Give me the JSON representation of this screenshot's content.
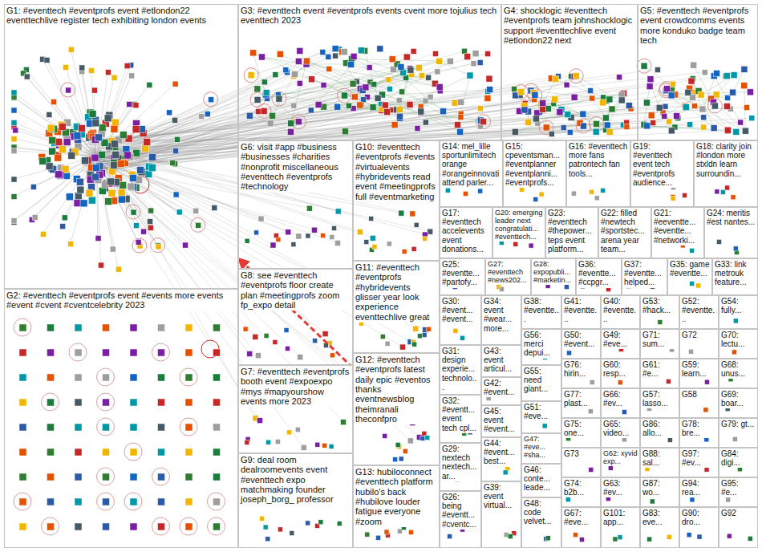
{
  "diagram": {
    "nodes": [
      {
        "text": [
          "G1: #eventtech #eventprofs event #etlondon22 eventtechlive register tech exhibiting london events"
        ]
      },
      {
        "text": [
          "G2: #eventtech #eventprofs event #events more events #event #cvent #cventcelebrity 2023"
        ]
      },
      {
        "text": [
          "G3: #eventtech event #eventprofs events cvent more tojulius tech eventtech 2023"
        ]
      },
      {
        "text": [
          "G4: shocklogic #eventtech #eventprofs team johnshocklogic support #eventtechlive event #etlondon22 next"
        ]
      },
      {
        "text": [
          "G5: #eventtech #eventprofs event crowdcomms events more konduko badge team tech"
        ]
      },
      {
        "text": [
          "G6: visit #app #business #businesses #charities #nonprofit miscellaneous #eventtech #eventprofs #technology"
        ]
      },
      {
        "text": [
          "G8: see #eventtech #eventprofs floor create plan #meetingprofs zoom fp_expo detail"
        ]
      },
      {
        "text": [
          "G7: #eventtech #eventprofs booth event #expoexpo #mys #mapyourshow events more 2023"
        ]
      },
      {
        "text": [
          "G9: deal room dealroomevents event #eventtech expo matchmaking founder joseph_borg_ professor"
        ]
      },
      {
        "text": [
          "G10: #eventtech #eventprofs #events #virtualevents #hybridevents read event #meetingprofs full #eventmarketing"
        ]
      },
      {
        "text": [
          "G11: #eventtech #eventprofs #hybridevents glisser year look experience eventtechlive great"
        ]
      },
      {
        "text": [
          "G12: #eventtech #eventprofs latest daily epic #eventos thanks eventnewsblog theimranali theconfpro"
        ]
      },
      {
        "text": [
          "G13: hubiloconnect #eventtech platform hubilo's back #hubilove louder fatigue everyone #zoom"
        ]
      },
      {
        "text": [
          "G14: mel_lille sportunlimitech orange #orangeinnovati attend parler..."
        ]
      },
      {
        "text": [
          "G15: cpeventsman... #eventplanner #eventplanni... #eventprofs..."
        ]
      },
      {
        "text": [
          "G16: #eventtech more fans patrontech fan tools..."
        ]
      },
      {
        "text": [
          "G19: #eventtech event tech #eventprofs audience..."
        ]
      },
      {
        "text": [
          "G18: clarity join #london more stxldn learn surroundin..."
        ]
      },
      {
        "text": [
          "G17: #eventtech accelevents event donations..."
        ]
      },
      {
        "text": [
          "G20: emerging leader next congratulati... #eventtech..."
        ]
      },
      {
        "text": [
          "G23: #eventtech #thepower... teps event platform..."
        ]
      },
      {
        "text": [
          "G22: filled #newtech #sportstec... arena year team..."
        ]
      },
      {
        "text": [
          "G21: #eeventte... #eventte... #networki..."
        ]
      },
      {
        "text": [
          "G24: meritis #est nantes..."
        ]
      },
      {
        "text": [
          "G25: #eventte... #partofy..."
        ]
      },
      {
        "text": [
          "G27: #eventtech #news202..."
        ]
      },
      {
        "text": [
          "G28: expopubli... #marketin..."
        ]
      },
      {
        "text": [
          "G36: #eventte... #ccpgr..."
        ]
      },
      {
        "text": [
          "G37: #eventte... helped..."
        ]
      },
      {
        "text": [
          "G35: game #eventte..."
        ]
      },
      {
        "text": [
          "G33: link metrouk feature..."
        ]
      },
      {
        "text": [
          "G30: #event... #event..."
        ]
      },
      {
        "text": [
          "G31: design experie... technolo..."
        ]
      },
      {
        "text": [
          "G32: #eventt... event tech cpl..."
        ]
      },
      {
        "text": [
          "G29: nextech nextech... ar..."
        ]
      },
      {
        "text": [
          "G26: being #eventt... #cventc..."
        ]
      },
      {
        "text": [
          "G34: event #wear... more..."
        ]
      },
      {
        "text": [
          "G43: event articul..."
        ]
      },
      {
        "text": [
          "G42: #event..."
        ]
      },
      {
        "text": [
          "G45: event #event..."
        ]
      },
      {
        "text": [
          "G44: #event... best..."
        ]
      },
      {
        "text": [
          "G39: event virtual..."
        ]
      },
      {
        "text": [
          "G38: #eventte..."
        ]
      },
      {
        "text": [
          "G56: merci depui..."
        ]
      },
      {
        "text": [
          "G55: need giant..."
        ]
      },
      {
        "text": [
          "G51: #eve..."
        ]
      },
      {
        "text": [
          "G47: #eve... #sha..."
        ]
      },
      {
        "text": [
          "G46: conte... leade..."
        ]
      },
      {
        "text": [
          "G48: code velvet..."
        ]
      },
      {
        "text": [
          "G41: #eventte..."
        ]
      },
      {
        "text": [
          "G40: #eventte..."
        ]
      },
      {
        "text": [
          "G53: #hack..."
        ]
      },
      {
        "text": [
          "G52: #eventte..."
        ]
      },
      {
        "text": [
          "G54: fully..."
        ]
      },
      {
        "text": [
          "G50: #event..."
        ]
      },
      {
        "text": [
          "G49: #eve..."
        ]
      },
      {
        "text": [
          "G71: sum..."
        ]
      },
      {
        "text": [
          "G72"
        ]
      },
      {
        "text": [
          "G70: lectu..."
        ]
      },
      {
        "text": [
          "G76: hirin..."
        ]
      },
      {
        "text": [
          "G60: resp..."
        ]
      },
      {
        "text": [
          "G61: #e..."
        ]
      },
      {
        "text": [
          "G59: learn..."
        ]
      },
      {
        "text": [
          "G68: unus..."
        ]
      },
      {
        "text": [
          "G77: plast..."
        ]
      },
      {
        "text": [
          "G66: #ev..."
        ]
      },
      {
        "text": [
          "G57: lasso..."
        ]
      },
      {
        "text": [
          "G58"
        ]
      },
      {
        "text": [
          "G69: boar..."
        ]
      },
      {
        "text": [
          "G75: one..."
        ]
      },
      {
        "text": [
          "G65: video..."
        ]
      },
      {
        "text": [
          "G86: allo..."
        ]
      },
      {
        "text": [
          "G78: bre..."
        ]
      },
      {
        "text": [
          "G79: gt..."
        ]
      },
      {
        "text": [
          "G73"
        ]
      },
      {
        "text": [
          "G62: xyvid exp..."
        ]
      },
      {
        "text": [
          "G88: sal..."
        ]
      },
      {
        "text": [
          "G97: #ev..."
        ]
      },
      {
        "text": [
          "G84: digi..."
        ]
      },
      {
        "text": [
          "G74: b2b..."
        ]
      },
      {
        "text": [
          "G63: #ev..."
        ]
      },
      {
        "text": [
          "G87: wo..."
        ]
      },
      {
        "text": [
          "G94: rea..."
        ]
      },
      {
        "text": [
          "G95: #e..."
        ]
      },
      {
        "text": [
          "G67: #eve..."
        ]
      },
      {
        "text": [
          "G101: app..."
        ]
      },
      {
        "text": [
          "G83: eve..."
        ]
      },
      {
        "text": [
          "G90: dro..."
        ]
      },
      {
        "text": [
          "G92"
        ]
      }
    ],
    "edges": [
      {
        "from": 11,
        "to": 0,
        "arrow": "to"
      }
    ]
  }
}
